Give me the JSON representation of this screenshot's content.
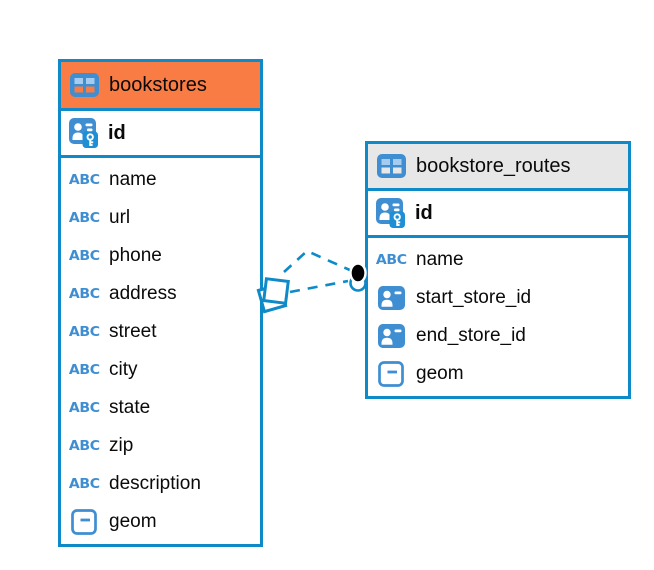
{
  "app": {
    "view": "er-diagram"
  },
  "colors": {
    "accent": "#0e8ac8",
    "badge_blue": "#3f8ed2",
    "key_blue": "#1e8fd5",
    "cell_light": "#a5cbee",
    "selected_orange": "#f87c43",
    "header_gray": "#e7e7e7",
    "canvas": "#ffffff",
    "text": "#0a0a0a",
    "relationship_dot": "#000000"
  },
  "icons": {
    "text_type_glyph": "ABC"
  },
  "tables": {
    "bookstores": {
      "title": "bookstores",
      "selected": true,
      "pk": {
        "name": "id"
      },
      "columns": [
        {
          "name": "name",
          "type": "text"
        },
        {
          "name": "url",
          "type": "text"
        },
        {
          "name": "phone",
          "type": "text"
        },
        {
          "name": "address",
          "type": "text"
        },
        {
          "name": "street",
          "type": "text"
        },
        {
          "name": "city",
          "type": "text"
        },
        {
          "name": "state",
          "type": "text"
        },
        {
          "name": "zip",
          "type": "text"
        },
        {
          "name": "description",
          "type": "text"
        },
        {
          "name": "geom",
          "type": "geometry"
        }
      ]
    },
    "bookstore_routes": {
      "title": "bookstore_routes",
      "selected": false,
      "pk": {
        "name": "id"
      },
      "columns": [
        {
          "name": "name",
          "type": "text"
        },
        {
          "name": "start_store_id",
          "type": "reference"
        },
        {
          "name": "end_store_id",
          "type": "reference"
        },
        {
          "name": "geom",
          "type": "geometry"
        }
      ]
    }
  },
  "relationships": [
    {
      "from": "bookstores",
      "to": "bookstore_routes",
      "line_style": "dashed",
      "lines": 2,
      "from_end_glyph": "stacked-squares",
      "to_end_glyph": "filled-dot"
    }
  ]
}
